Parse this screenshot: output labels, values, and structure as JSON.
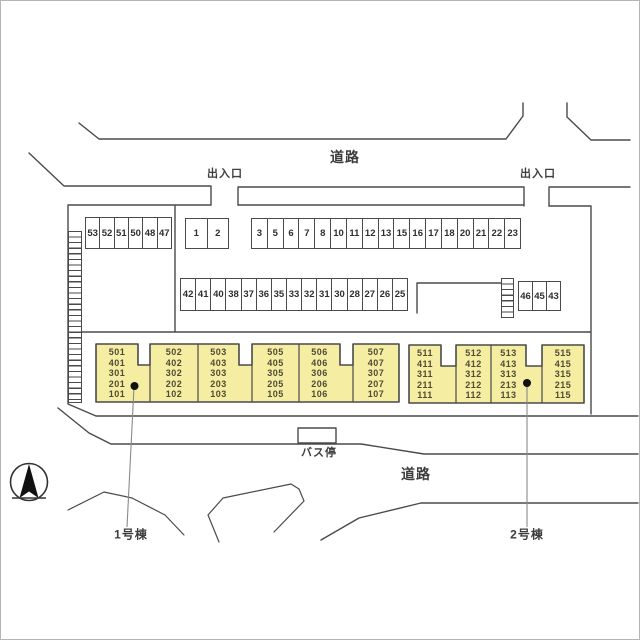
{
  "title": "site-plan",
  "colors": {
    "line": "#4a4a4a",
    "building_fill": "#f4eda2",
    "leader": "#8a8a8a",
    "label_text": "#3d3d3d"
  },
  "labels": {
    "road_top": "道路",
    "road_bottom": "道路",
    "entrance_left": "出入口",
    "entrance_right": "出入口",
    "bus_stop": "バス停",
    "building1": "1号棟",
    "building2": "2号棟"
  },
  "parking": {
    "row_53_47": [
      "53",
      "52",
      "51",
      "50",
      "48",
      "47"
    ],
    "row_1_2": [
      "1",
      "2"
    ],
    "row_3_23": [
      "3",
      "5",
      "6",
      "7",
      "8",
      "10",
      "11",
      "12",
      "13",
      "15",
      "16",
      "17",
      "18",
      "20",
      "21",
      "22",
      "23"
    ],
    "row_42_25": [
      "42",
      "41",
      "40",
      "38",
      "37",
      "36",
      "35",
      "33",
      "32",
      "31",
      "30",
      "28",
      "27",
      "26",
      "25"
    ],
    "row_46_43": [
      "46",
      "45",
      "43"
    ]
  },
  "buildings": {
    "building1": {
      "units": [
        [
          "501",
          "401",
          "301",
          "201",
          "101"
        ],
        [
          "502",
          "402",
          "302",
          "202",
          "102"
        ],
        [
          "503",
          "403",
          "303",
          "203",
          "103"
        ],
        [
          "505",
          "405",
          "305",
          "205",
          "105"
        ],
        [
          "506",
          "406",
          "306",
          "206",
          "106"
        ],
        [
          "507",
          "407",
          "307",
          "207",
          "107"
        ]
      ]
    },
    "building2": {
      "units": [
        [
          "511",
          "411",
          "311",
          "211",
          "111"
        ],
        [
          "512",
          "412",
          "312",
          "212",
          "112"
        ],
        [
          "513",
          "413",
          "313",
          "213",
          "113"
        ],
        [
          "515",
          "415",
          "315",
          "215",
          "115"
        ]
      ]
    }
  }
}
